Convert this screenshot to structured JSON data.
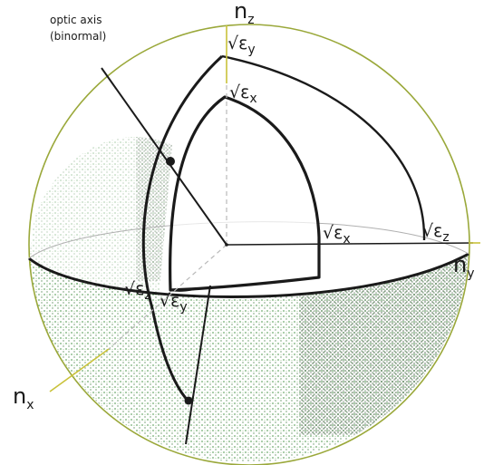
{
  "caption": {
    "line1": "optic axis",
    "line2": "(binormal)"
  },
  "axes": {
    "z": {
      "main": "n",
      "sub": "z"
    },
    "y": {
      "main": "n",
      "sub": "y"
    },
    "x": {
      "main": "n",
      "sub": "x"
    }
  },
  "radicals": {
    "ey_top": {
      "root": "√ε",
      "sub": "y"
    },
    "ex_top": {
      "root": "√ε",
      "sub": "x"
    },
    "ex_mid": {
      "root": "√ε",
      "sub": "x"
    },
    "ez_right": {
      "root": "√ε",
      "sub": "z"
    },
    "ez_left": {
      "root": "√ε",
      "sub": "z"
    },
    "ey_low": {
      "root": "√ε",
      "sub": "y"
    }
  },
  "colors": {
    "outline": "#1a1a1a",
    "sphere_rim": "#9aa83a",
    "axis_tick": "#c9c23a",
    "shading": "#3f8f3f",
    "guide": "#b9b9b9"
  }
}
